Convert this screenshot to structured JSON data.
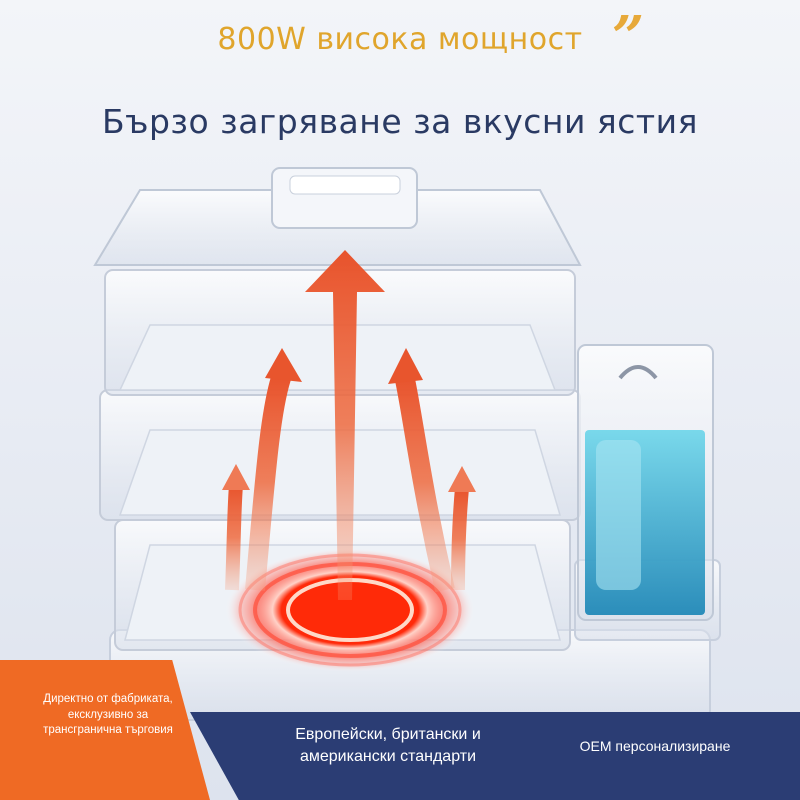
{
  "header": {
    "top_line": "800W висока мощност",
    "quote_mark": "”",
    "main_title": "Бързо загряване за вкусни ястия"
  },
  "illustration": {
    "subject": "three-tier-food-steamer",
    "icons": [
      "heat-arrow-icon",
      "heating-element-icon",
      "water-tank-icon"
    ]
  },
  "badges": {
    "left_badge": "Директно от фабриката, ексклузивно за трансгранична търговия",
    "standards": "Европейски, британски и американски стандарти",
    "oem": "OEM персонализиране"
  },
  "colors": {
    "accent_orange": "#ef6a24",
    "title_gold": "#e0a52c",
    "title_navy": "#2a3a63",
    "band_navy": "#2b3d74",
    "water_blue": "#2aa6c9",
    "heat_red": "#e53a1e"
  }
}
